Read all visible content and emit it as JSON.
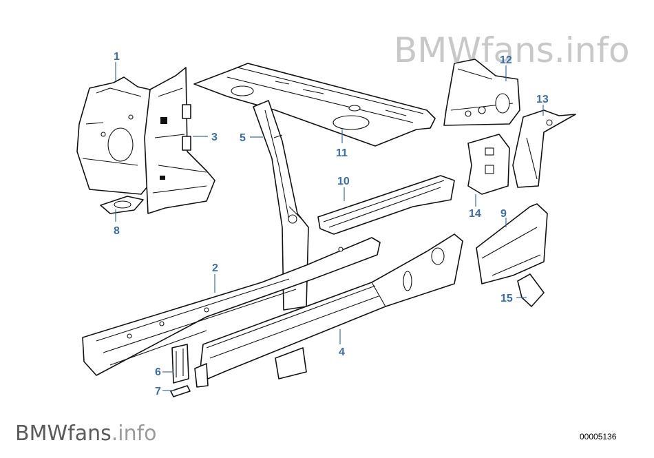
{
  "watermark": {
    "top": {
      "brand": "BMWfans",
      "suffix": ".info"
    },
    "bottom": {
      "brand": "BMWfans",
      "suffix": ".info"
    }
  },
  "diagram_id": "00005136",
  "callouts": {
    "c1": "1",
    "c2": "2",
    "c3": "3",
    "c4": "4",
    "c5": "5",
    "c6": "6",
    "c7": "7",
    "c8": "8",
    "c9": "9",
    "c10": "10",
    "c11": "11",
    "c12": "12",
    "c13": "13",
    "c14": "14",
    "c15": "15"
  },
  "colors": {
    "callout": "#3a6ea5",
    "line": "#111111",
    "watermark": "#c8c8c8"
  }
}
